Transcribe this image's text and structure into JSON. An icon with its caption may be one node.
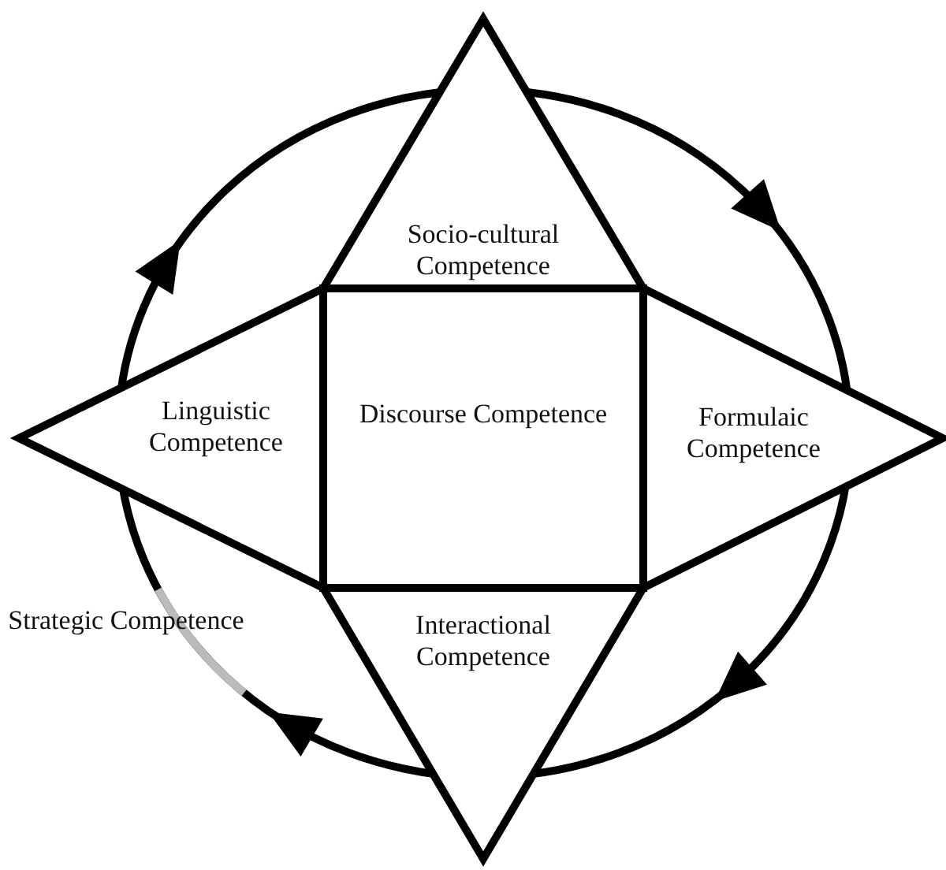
{
  "diagram": {
    "nodes": [
      {
        "text": [
          "Discourse Competence"
        ]
      },
      {
        "text": [
          "Socio-cultural Competence"
        ]
      },
      {
        "text": [
          "Formulaic Competence"
        ]
      },
      {
        "text": [
          "Interactional Competence"
        ]
      },
      {
        "text": [
          "Linguistic Competence"
        ]
      },
      {
        "text": [
          "Strategic Competence"
        ]
      }
    ]
  }
}
